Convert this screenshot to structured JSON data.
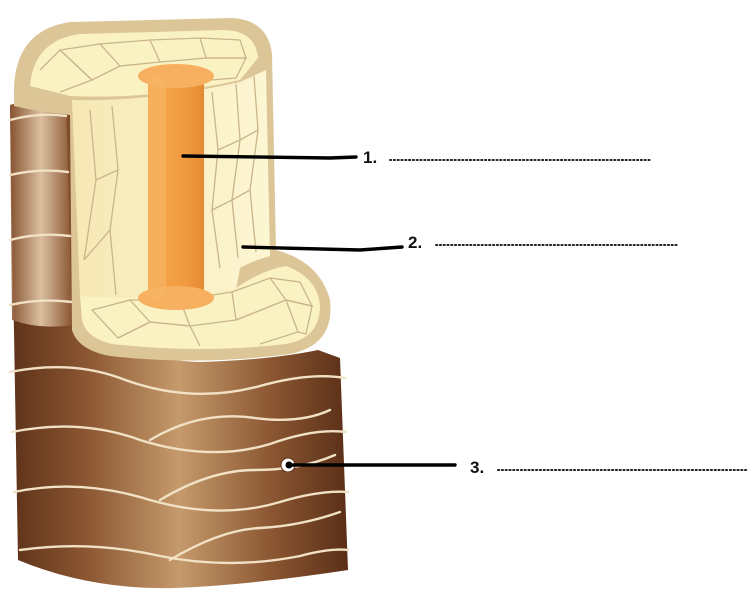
{
  "labels": [
    {
      "number": "1.",
      "blank": "......................................"
    },
    {
      "number": "2.",
      "blank": "......................................"
    },
    {
      "number": "3.",
      "blank": "......................................"
    }
  ],
  "colors": {
    "bark_dark": "#6e3f22",
    "bark_mid": "#9a6440",
    "bark_light": "#d9b991",
    "tissue": "#fbf2c4",
    "tissue_rim": "#dcc596",
    "core": "#f3a24c",
    "core_top": "#f6b060",
    "leader": "#000000"
  }
}
